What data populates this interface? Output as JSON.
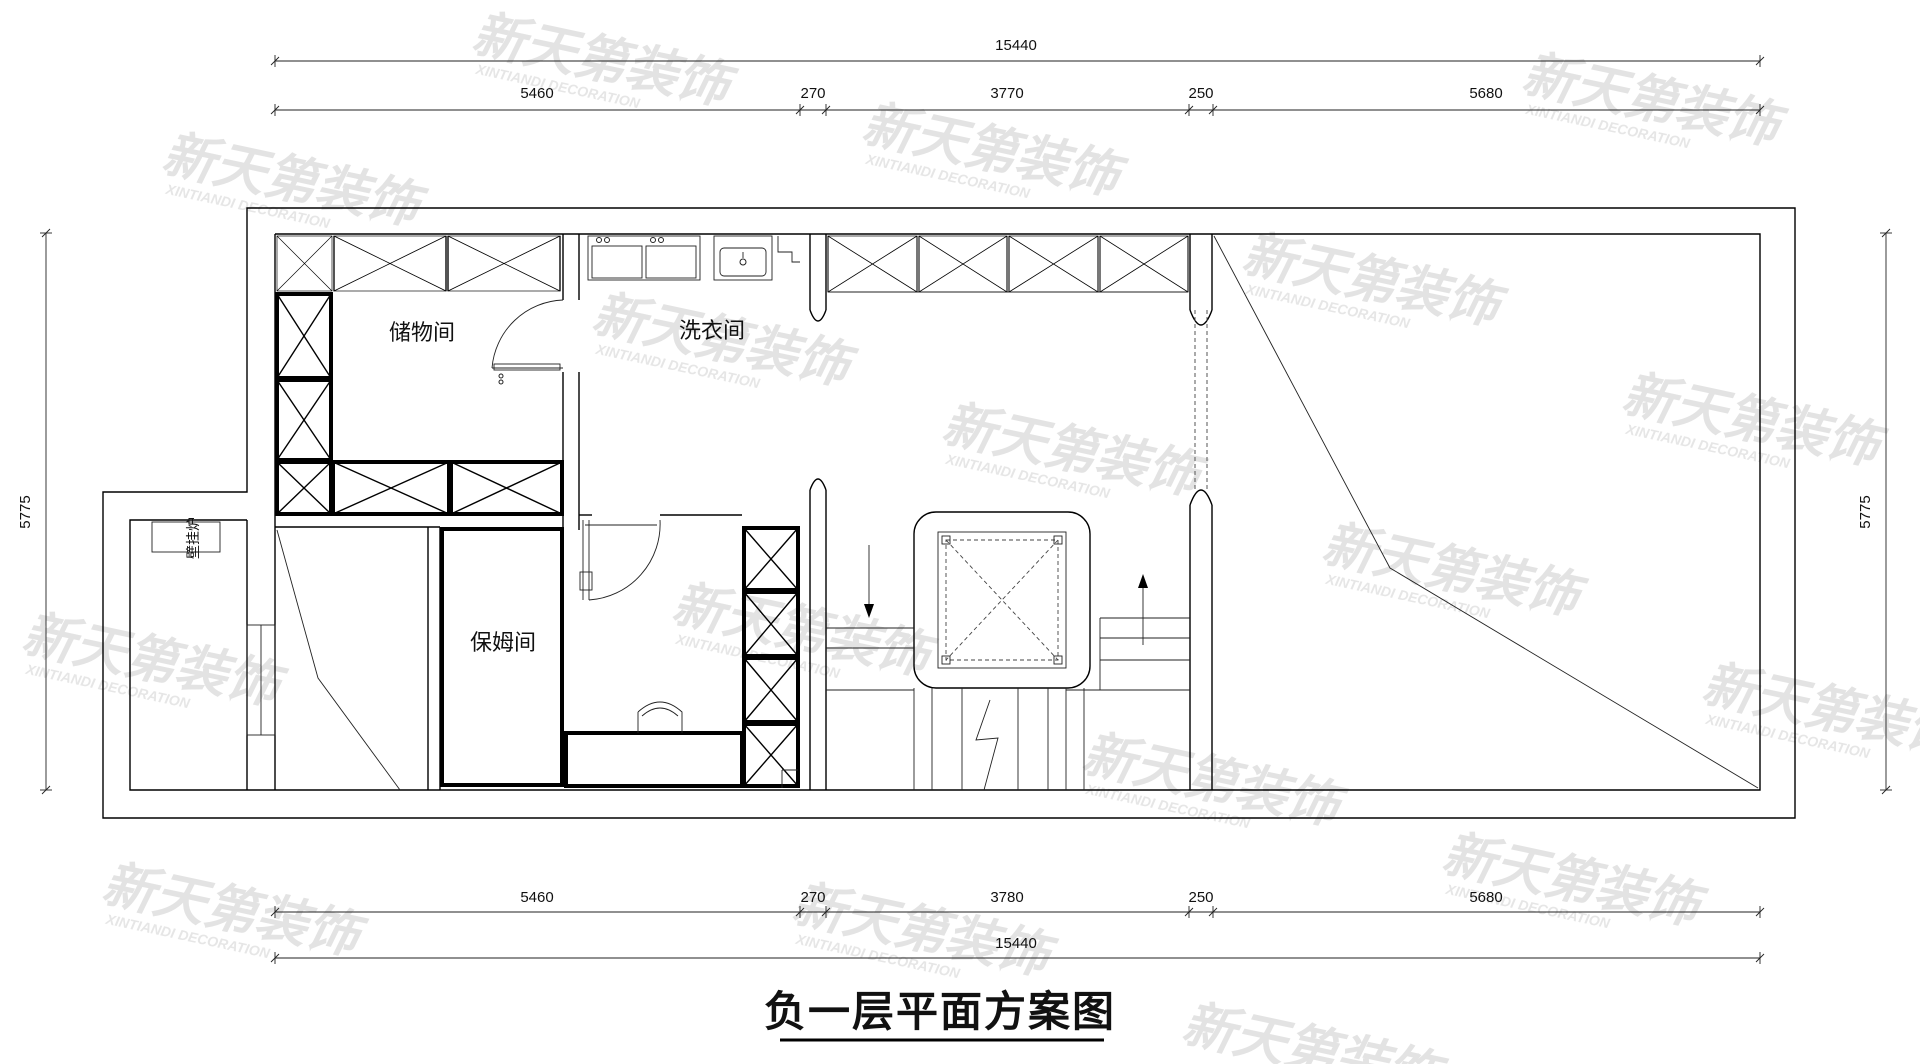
{
  "dimensions": {
    "top_total": "15440",
    "top_segments": [
      "5460",
      "270",
      "3770",
      "250",
      "5680"
    ],
    "bottom_segments": [
      "5460",
      "270",
      "3780",
      "250",
      "5680"
    ],
    "bottom_total": "15440",
    "left_height": "5775",
    "right_height": "5775"
  },
  "rooms": {
    "storage": "储物间",
    "laundry": "洗衣间",
    "nanny": "保姆间",
    "boiler": "壁挂炉"
  },
  "title": "负一层平面方案图",
  "watermark": {
    "brand_cn": "新天第装饰",
    "brand_en": "XINTIANDI DECORATION"
  }
}
